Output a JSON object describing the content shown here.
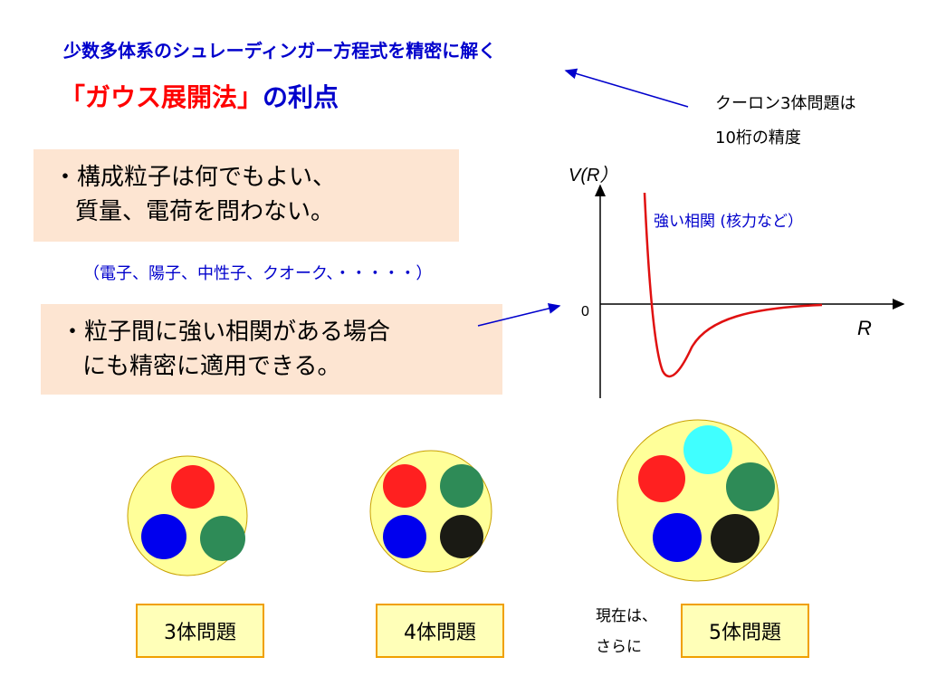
{
  "header": {
    "subtitle": "少数多体系のシュレーディンガー方程式を精密に解く",
    "title_red": "「ガウス展開法」",
    "title_rest": "の利点"
  },
  "note": {
    "line1": "クーロン3体問題は",
    "line2": "10桁の精度"
  },
  "box1": {
    "line1": "・構成粒子は何でもよい、",
    "line2": "質量、電荷を問わない。"
  },
  "particles_note": "（電子、陽子、中性子、クオーク、・・・・・）",
  "box2": {
    "line1": "・粒子間に強い相関がある場合",
    "line2": "にも精密に適用できる。"
  },
  "graph": {
    "ylabel": "V(R）",
    "xlabel": "R",
    "zero": "0",
    "curve_label": "強い相関 (核力など）"
  },
  "colors": {
    "red": "#ff2020",
    "blue": "#0000ee",
    "green": "#2e8b57",
    "black": "#1a1a14",
    "cyan": "#40ffff",
    "ring": "#ffff99",
    "ring_stroke": "#c8a000"
  },
  "systems": {
    "three": "3体問題",
    "four": "4体問題",
    "five": "5体問題",
    "now_line1": "現在は、",
    "now_line2": "さらに"
  }
}
